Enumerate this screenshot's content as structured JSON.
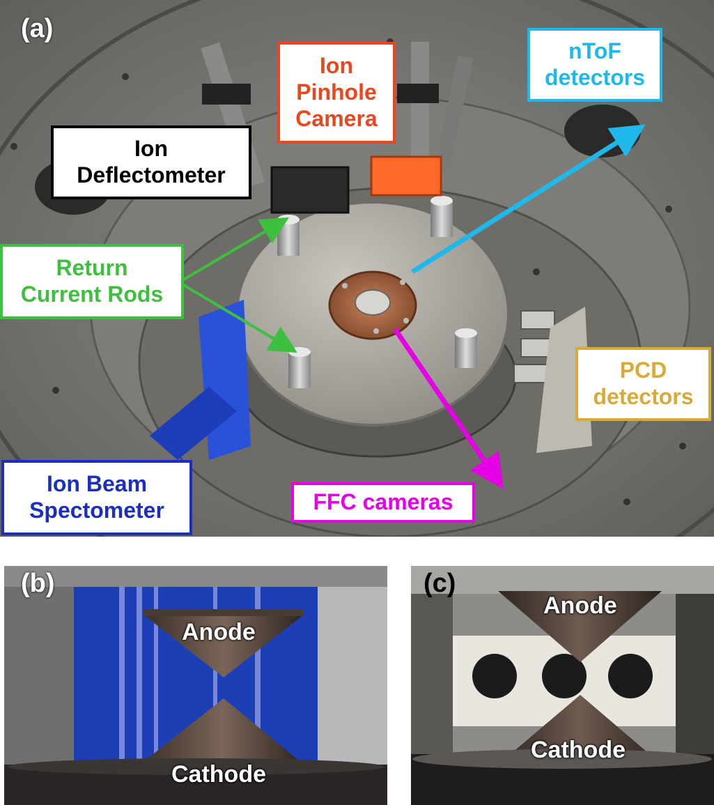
{
  "panels": {
    "a": {
      "letter": "(a)",
      "callouts": {
        "ion_deflectometer": {
          "line1": "Ion",
          "line2": "Deflectometer",
          "color": "#000000"
        },
        "ion_pinhole_camera": {
          "line1": "Ion",
          "line2": "Pinhole",
          "line3": "Camera",
          "color": "#e8481e"
        },
        "ntof_detectors": {
          "line1": "nToF",
          "line2": "detectors",
          "color": "#1fb8ea"
        },
        "return_current_rods": {
          "line1": "Return",
          "line2": "Current Rods",
          "color": "#3fbf3f"
        },
        "pcd_detectors": {
          "line1": "PCD",
          "line2": "detectors",
          "color": "#d9a93a"
        },
        "ion_beam_spectometer": {
          "line1": "Ion Beam",
          "line2": "Spectometer",
          "color": "#1a2fc0"
        },
        "ffc_cameras": {
          "line1": "FFC cameras",
          "color": "#e600e6"
        }
      }
    },
    "b": {
      "letter": "(b)",
      "anode": "Anode",
      "cathode": "Cathode"
    },
    "c": {
      "letter": "(c)",
      "anode": "Anode",
      "cathode": "Cathode"
    }
  }
}
